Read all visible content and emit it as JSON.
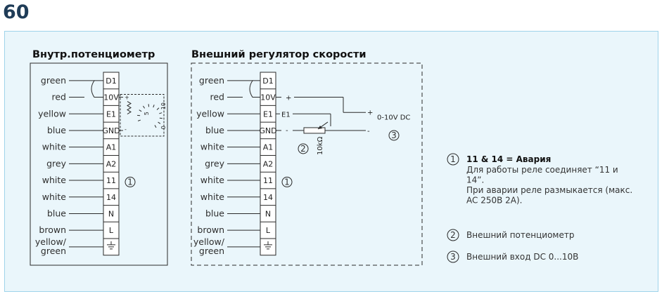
{
  "page_number": "60",
  "left_panel": {
    "title": "Внутр.потенциометр",
    "terminals": [
      "D1",
      "10V",
      "E1",
      "GND",
      "A1",
      "A2",
      "11",
      "14",
      "N",
      "L"
    ],
    "wires": [
      "green",
      "red",
      "yellow",
      "blue",
      "white",
      "grey",
      "white",
      "white",
      "blue",
      "brown"
    ],
    "earth_wire_line1": "yellow/",
    "earth_wire_line2": "green",
    "callout": "1",
    "dial_plus": "+",
    "dial_minus": "-",
    "dial_min": "0",
    "dial_mid": "5",
    "dial_max": "10"
  },
  "right_panel": {
    "title": "Внешний регулятор скорости",
    "terminals": [
      "D1",
      "10V",
      "E1",
      "GND",
      "A1",
      "A2",
      "11",
      "14",
      "N",
      "L"
    ],
    "wires": [
      "green",
      "red",
      "yellow",
      "blue",
      "white",
      "grey",
      "white",
      "white",
      "blue",
      "brown"
    ],
    "earth_wire_line1": "yellow/",
    "earth_wire_line2": "green",
    "callout": "1",
    "plus_sign": "+",
    "minus_sign": "-",
    "e1_label": "E1",
    "pot_callout": "2",
    "pot_value": "10kΩ",
    "dc_label": "0-10V DC",
    "dc_callout": "3",
    "dc_plus": "+",
    "dc_minus": "-"
  },
  "legend": {
    "item1_number": "1",
    "item1_title": "11 & 14 = Авария",
    "item1_lines": [
      "Для работы реле соединяет “11 и",
      "14”.",
      "При аварии реле размыкается (макс.",
      "AC 250B 2A)."
    ],
    "item2_number": "2",
    "item2_text": "Внешний потенциометр",
    "item3_number": "3",
    "item3_text": "Внешний вход DC 0...10В"
  },
  "colors": {
    "page_number": "#1f3c57",
    "frame_fill": "#eaf6fb",
    "frame_border": "#9fd3ea"
  }
}
